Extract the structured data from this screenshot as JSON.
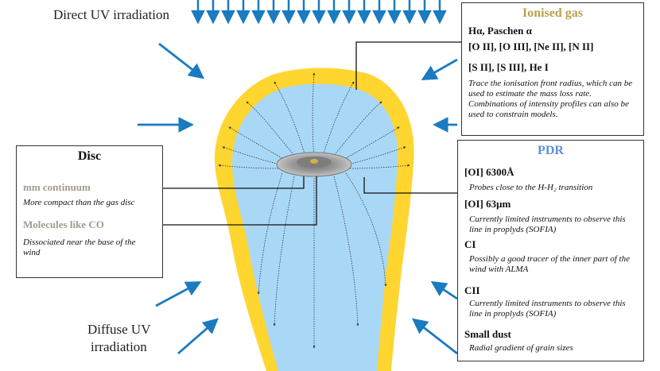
{
  "uv": {
    "direct": "Direct UV irradiation",
    "diffuse_line1": "Diffuse UV",
    "diffuse_line2": "irradiation"
  },
  "disc_box": {
    "title": "Disc",
    "items": [
      {
        "name": "mm continuum",
        "note": "More compact than the gas disc"
      },
      {
        "name": "Molecules like CO",
        "note": "Dissociated near the base of the wind"
      }
    ]
  },
  "ionised_box": {
    "title": "Ionised gas",
    "line1": "Hα, Paschen α",
    "line2": "[O II], [O III], [Ne II], [N II]",
    "line3": "[S II], [S III], He I",
    "note": "Trace the ionisation front radius, which can be used to estimate the mass loss rate. Combinations of intensity profiles can also be used to constrain models."
  },
  "pdr_box": {
    "title": "PDR",
    "items": [
      {
        "name": "[OI] 6300Å",
        "note": "Probes close to the H-H₂ transition"
      },
      {
        "name": "[OI] 63μm",
        "note": "Currently limited instruments to observe this line in proplyds (SOFIA)"
      },
      {
        "name": "CI",
        "note": "Possibly a good tracer of the inner part of the wind with ALMA"
      },
      {
        "name": "CII",
        "note": "Currently limited instruments to observe this line in proplyds (SOFIA)"
      },
      {
        "name": "Small dust",
        "note": "Radial gradient of grain sizes"
      }
    ]
  },
  "colors": {
    "ionised_title": "#b8a24a",
    "pdr_title": "#5b8fdc",
    "arrow": "#1a7bc0",
    "yellow": "#ffd530",
    "blue": "#a9d8f7",
    "disc": "#9a9a9a",
    "muted_label": "#a39a8e"
  }
}
